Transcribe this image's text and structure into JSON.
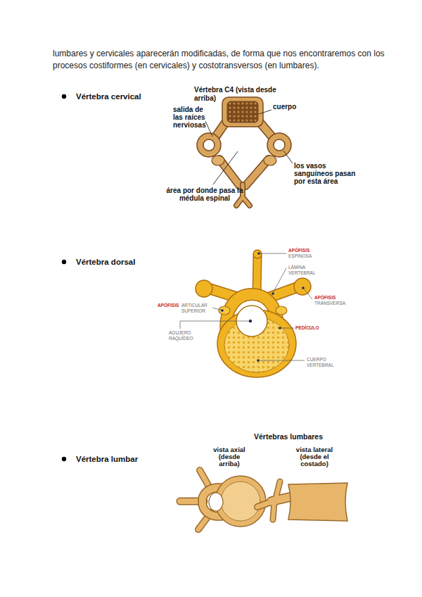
{
  "diagram": {
    "labels": [
      "lumbares y cervicales aparecerán modificadas, de forma que nos encontraremos con los procesos costiformes (en cervicales) y costotransversos (en lumbares).",
      "Vértebra cervical",
      "Vértebra C4 (vista desde arriba)",
      "salida de las raíces nerviosas",
      "cuerpo",
      "los vasos sanguíneos pasan por esta área",
      "área por donde pasa la médula espinal",
      "Vértebra dorsal",
      "APÓFISIS",
      "ESPINOSA",
      "LÁMINA VERTEBRAL",
      "APÓFISIS",
      "TRANSVERSA",
      "APÓFISIS",
      "ARTICULAR SUPERIOR",
      "PEDÍCULO",
      "AGUJERO RAQUÍDEO",
      "CUERPO VERTEBRAL",
      "Vértebra lumbar",
      "Vértebras lumbares",
      "vista axial (desde arriba)",
      "vista lateral (desde el costado)"
    ]
  }
}
